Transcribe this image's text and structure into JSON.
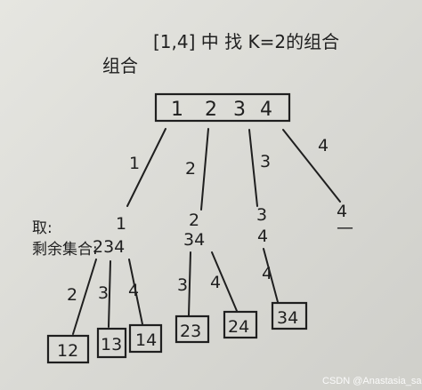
{
  "title": "[1,4] 中 找 K=2的组合",
  "subtitle": "组合",
  "root": {
    "items": [
      "1",
      "2",
      "3",
      "4"
    ]
  },
  "edges_level1": [
    {
      "label": "1"
    },
    {
      "label": "2"
    },
    {
      "label": "3"
    },
    {
      "label": "4"
    }
  ],
  "left_labels": {
    "take": "取:",
    "remaining": "剩余集合:"
  },
  "level1_nodes": [
    {
      "taken": "1",
      "remaining": "234"
    },
    {
      "taken": "2",
      "remaining": "34"
    },
    {
      "taken": "3",
      "remaining": "4"
    },
    {
      "taken": "4",
      "remaining": "—"
    }
  ],
  "edges_level2": [
    {
      "label": "2"
    },
    {
      "label": "3"
    },
    {
      "label": "4"
    },
    {
      "label": "3"
    },
    {
      "label": "4"
    },
    {
      "label": "4"
    }
  ],
  "results": [
    "12",
    "13",
    "14",
    "23",
    "24",
    "34"
  ],
  "watermark": "CSDN @Anastasia_sakura"
}
